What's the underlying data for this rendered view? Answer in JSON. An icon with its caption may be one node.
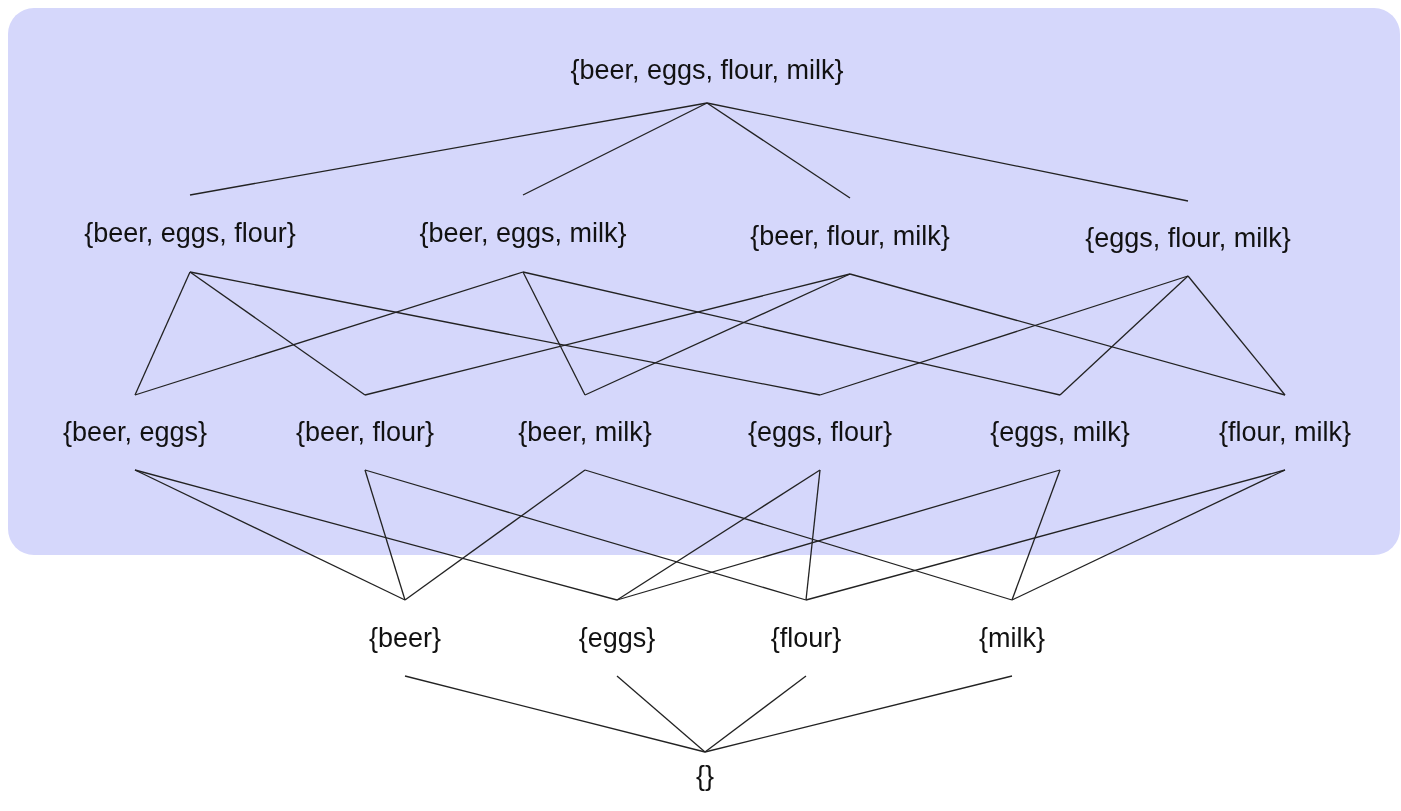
{
  "diagram": {
    "nodes": [
      {
        "text": [],
        "shape": "box"
      },
      {
        "text": [
          "{beer, eggs, flour, milk}"
        ],
        "in": 0
      },
      {
        "text": [
          "{beer, eggs, flour}"
        ],
        "in": 0
      },
      {
        "text": [
          "{beer, eggs, milk}"
        ],
        "in": 0
      },
      {
        "text": [
          "{beer, flour, milk}"
        ],
        "in": 0
      },
      {
        "text": [
          "{eggs, flour, milk}"
        ],
        "in": 0
      },
      {
        "text": [
          "{beer, eggs}"
        ],
        "in": 0
      },
      {
        "text": [
          "{beer, flour}"
        ],
        "in": 0
      },
      {
        "text": [
          "{beer, milk}"
        ],
        "in": 0
      },
      {
        "text": [
          "{eggs, flour}"
        ],
        "in": 0
      },
      {
        "text": [
          "{eggs, milk}"
        ],
        "in": 0
      },
      {
        "text": [
          "{flour, milk}"
        ],
        "in": 0
      },
      {
        "text": [
          "{beer}"
        ]
      },
      {
        "text": [
          "{eggs}"
        ]
      },
      {
        "text": [
          "{flour}"
        ]
      },
      {
        "text": [
          "{milk}"
        ]
      },
      {
        "text": [
          "{}"
        ]
      }
    ],
    "edges": [
      {
        "from": 1,
        "to": 2,
        "arrow": "none"
      },
      {
        "from": 1,
        "to": 3,
        "arrow": "none"
      },
      {
        "from": 1,
        "to": 4,
        "arrow": "none"
      },
      {
        "from": 1,
        "to": 5,
        "arrow": "none"
      },
      {
        "from": 2,
        "to": 6,
        "arrow": "none"
      },
      {
        "from": 2,
        "to": 7,
        "arrow": "none"
      },
      {
        "from": 2,
        "to": 9,
        "arrow": "none"
      },
      {
        "from": 3,
        "to": 6,
        "arrow": "none"
      },
      {
        "from": 3,
        "to": 8,
        "arrow": "none"
      },
      {
        "from": 3,
        "to": 10,
        "arrow": "none"
      },
      {
        "from": 4,
        "to": 7,
        "arrow": "none"
      },
      {
        "from": 4,
        "to": 8,
        "arrow": "none"
      },
      {
        "from": 4,
        "to": 11,
        "arrow": "none"
      },
      {
        "from": 5,
        "to": 9,
        "arrow": "none"
      },
      {
        "from": 5,
        "to": 10,
        "arrow": "none"
      },
      {
        "from": 5,
        "to": 11,
        "arrow": "none"
      },
      {
        "from": 6,
        "to": 12,
        "arrow": "none"
      },
      {
        "from": 6,
        "to": 13,
        "arrow": "none"
      },
      {
        "from": 7,
        "to": 12,
        "arrow": "none"
      },
      {
        "from": 7,
        "to": 14,
        "arrow": "none"
      },
      {
        "from": 8,
        "to": 12,
        "arrow": "none"
      },
      {
        "from": 8,
        "to": 15,
        "arrow": "none"
      },
      {
        "from": 9,
        "to": 13,
        "arrow": "none"
      },
      {
        "from": 9,
        "to": 14,
        "arrow": "none"
      },
      {
        "from": 10,
        "to": 13,
        "arrow": "none"
      },
      {
        "from": 10,
        "to": 15,
        "arrow": "none"
      },
      {
        "from": 11,
        "to": 14,
        "arrow": "none"
      },
      {
        "from": 11,
        "to": 15,
        "arrow": "none"
      },
      {
        "from": 12,
        "to": 16,
        "arrow": "none"
      },
      {
        "from": 13,
        "to": 16,
        "arrow": "none"
      },
      {
        "from": 14,
        "to": 16,
        "arrow": "none"
      },
      {
        "from": 15,
        "to": 16,
        "arrow": "none"
      }
    ]
  }
}
